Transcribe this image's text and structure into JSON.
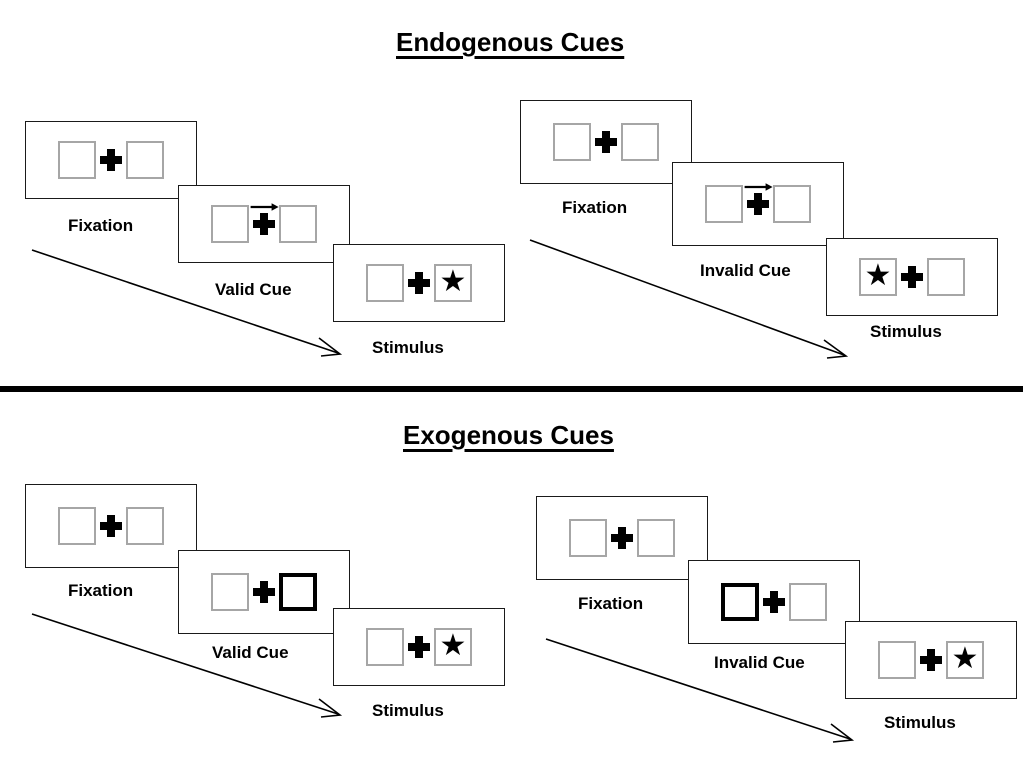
{
  "figure": {
    "title_endogenous": "Endogenous Cues",
    "title_exogenous": "Exogenous Cues"
  },
  "sections": [
    {
      "id": "endogenous",
      "title": "Endogenous Cues",
      "columns": [
        {
          "id": "endogenous-valid",
          "steps": [
            {
              "caption": "Fixation",
              "cue": "none",
              "left_content": "empty",
              "right_content": "empty"
            },
            {
              "caption": "Valid Cue",
              "cue": "arrow-right",
              "left_content": "empty",
              "right_content": "empty"
            },
            {
              "caption": "Stimulus",
              "cue": "none",
              "left_content": "empty",
              "right_content": "star"
            }
          ]
        },
        {
          "id": "endogenous-invalid",
          "steps": [
            {
              "caption": "Fixation",
              "cue": "none",
              "left_content": "empty",
              "right_content": "empty"
            },
            {
              "caption": "Invalid Cue",
              "cue": "arrow-right",
              "left_content": "empty",
              "right_content": "empty"
            },
            {
              "caption": "Stimulus",
              "cue": "none",
              "left_content": "star",
              "right_content": "empty"
            }
          ]
        }
      ]
    },
    {
      "id": "exogenous",
      "title": "Exogenous Cues",
      "columns": [
        {
          "id": "exogenous-valid",
          "steps": [
            {
              "caption": "Fixation",
              "cue": "none",
              "left_content": "empty",
              "right_content": "empty"
            },
            {
              "caption": "Valid Cue",
              "cue": "box-flash-right",
              "left_content": "empty",
              "right_content": "empty"
            },
            {
              "caption": "Stimulus",
              "cue": "none",
              "left_content": "empty",
              "right_content": "star"
            }
          ]
        },
        {
          "id": "exogenous-invalid",
          "steps": [
            {
              "caption": "Fixation",
              "cue": "none",
              "left_content": "empty",
              "right_content": "empty"
            },
            {
              "caption": "Invalid Cue",
              "cue": "box-flash-left",
              "left_content": "empty",
              "right_content": "empty"
            },
            {
              "caption": "Stimulus",
              "cue": "none",
              "left_content": "empty",
              "right_content": "star"
            }
          ]
        }
      ]
    }
  ],
  "captions": {
    "fixation": "Fixation",
    "valid_cue": "Valid Cue",
    "invalid_cue": "Invalid Cue",
    "stimulus": "Stimulus"
  },
  "glyphs": {
    "star": "★"
  },
  "colors": {
    "ink": "#000000",
    "frame_stroke": "#1a1a1a",
    "placeholder_stroke": "#a6a6a6",
    "cued_stroke": "#000000",
    "background": "#ffffff"
  }
}
